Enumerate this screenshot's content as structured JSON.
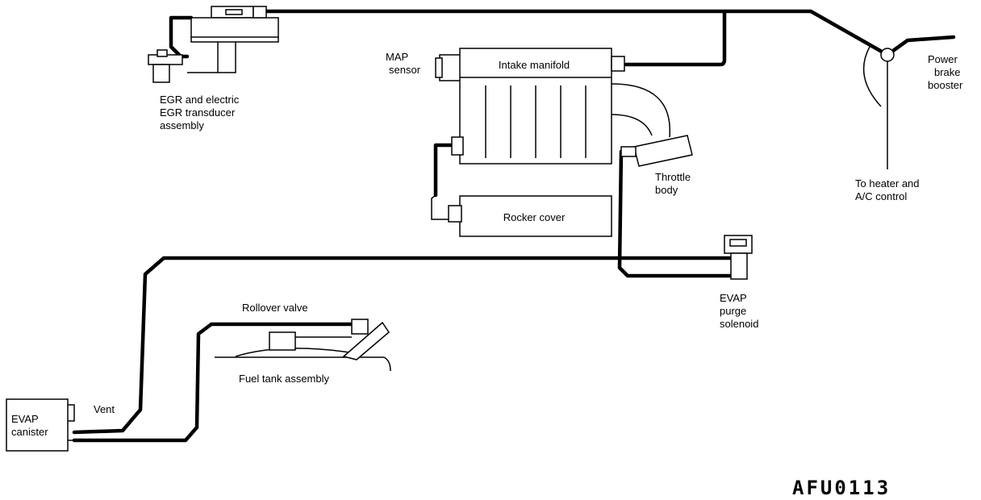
{
  "labels": {
    "egr_line1": "EGR and electric",
    "egr_line2": "EGR  transducer",
    "egr_line3": "assembly",
    "map_line1": "MAP",
    "map_line2": "sensor",
    "intake": "Intake manifold",
    "rocker": "Rocker cover",
    "throttle_line1": "Throttle",
    "throttle_line2": "body",
    "booster_line1": "Power",
    "booster_line2": "brake",
    "booster_line3": "booster",
    "heater_line1": "To heater and",
    "heater_line2": "A/C control",
    "purge_line1": "EVAP",
    "purge_line2": "purge",
    "purge_line3": "solenoid",
    "rollover": "Rollover valve",
    "fueltank": "Fuel tank assembly",
    "vent": "Vent",
    "canister_line1": "EVAP",
    "canister_line2": "canister",
    "figure_code": "AFU0113"
  }
}
